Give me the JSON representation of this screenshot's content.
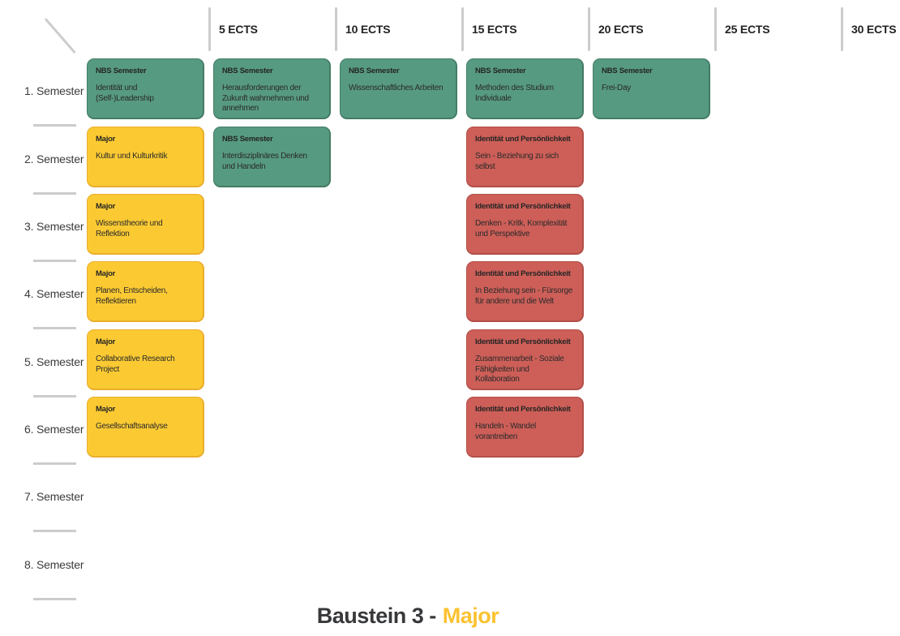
{
  "footer": {
    "prefix": "Baustein 3 -",
    "highlight": "Major"
  },
  "colors": {
    "nbs": {
      "fill": "#579a82",
      "border": "#437c65"
    },
    "major": {
      "fill": "#fbca33",
      "border": "#e9ae2e"
    },
    "identitaet": {
      "fill": "#cd5f58",
      "border": "#b24f49"
    },
    "divider": "#cccccc",
    "footer_highlight": "#fbc231"
  },
  "ects_columns": [
    {
      "label": "5 ECTS"
    },
    {
      "label": "10 ECTS"
    },
    {
      "label": "15 ECTS"
    },
    {
      "label": "20 ECTS"
    },
    {
      "label": "25 ECTS"
    },
    {
      "label": "30 ECTS"
    }
  ],
  "semesters": [
    {
      "label": "1. Semester"
    },
    {
      "label": "2. Semester"
    },
    {
      "label": "3. Semester"
    },
    {
      "label": "4. Semester"
    },
    {
      "label": "5. Semester"
    },
    {
      "label": "6. Semester"
    },
    {
      "label": "7. Semester"
    },
    {
      "label": "8. Semester"
    }
  ],
  "cards": [
    {
      "row": 1,
      "col": 1,
      "type": "nbs",
      "category": "NBS Semester",
      "title": "Identität und (Self-)Leadership"
    },
    {
      "row": 1,
      "col": 2,
      "type": "nbs",
      "category": "NBS Semester",
      "title": "Herausforderungen der Zukunft wahrnehmen und annehmen"
    },
    {
      "row": 1,
      "col": 3,
      "type": "nbs",
      "category": "NBS Semester",
      "title": "Wissenschaftliches Arbeiten"
    },
    {
      "row": 1,
      "col": 4,
      "type": "nbs",
      "category": "NBS Semester",
      "title": "Methoden des Studium Individuale"
    },
    {
      "row": 1,
      "col": 5,
      "type": "nbs",
      "category": "NBS Semester",
      "title": "Frei-Day"
    },
    {
      "row": 2,
      "col": 1,
      "type": "major",
      "category": "Major",
      "title": "Kultur und Kulturkritik"
    },
    {
      "row": 2,
      "col": 2,
      "type": "nbs",
      "category": "NBS Semester",
      "title": "Interdisziplinäres Denken und Handeln"
    },
    {
      "row": 2,
      "col": 4,
      "type": "identitaet",
      "category": "Identität und Persönlichkeit",
      "title": "Sein - Beziehung zu sich selbst"
    },
    {
      "row": 3,
      "col": 1,
      "type": "major",
      "category": "Major",
      "title": "Wissenstheorie und Reflektion"
    },
    {
      "row": 3,
      "col": 4,
      "type": "identitaet",
      "category": "Identität und Persönlichkeit",
      "title": "Denken - Kritk, Komplexität und Perspektive"
    },
    {
      "row": 4,
      "col": 1,
      "type": "major",
      "category": "Major",
      "title": "Planen, Entscheiden, Reflektieren"
    },
    {
      "row": 4,
      "col": 4,
      "type": "identitaet",
      "category": "Identität und Persönlichkeit",
      "title": "In Beziehung sein - Fürsorge für andere und die Welt"
    },
    {
      "row": 5,
      "col": 1,
      "type": "major",
      "category": "Major",
      "title": "Collaborative Research Project"
    },
    {
      "row": 5,
      "col": 4,
      "type": "identitaet",
      "category": "Identität und Persönlichkeit",
      "title": "Zusammenarbeit - Soziale Fähigkeiten und Kollaboration"
    },
    {
      "row": 6,
      "col": 1,
      "type": "major",
      "category": "Major",
      "title": "Gesellschaftsanalyse"
    },
    {
      "row": 6,
      "col": 4,
      "type": "identitaet",
      "category": "Identität und Persönlichkeit",
      "title": "Handeln - Wandel vorantreiben"
    }
  ]
}
